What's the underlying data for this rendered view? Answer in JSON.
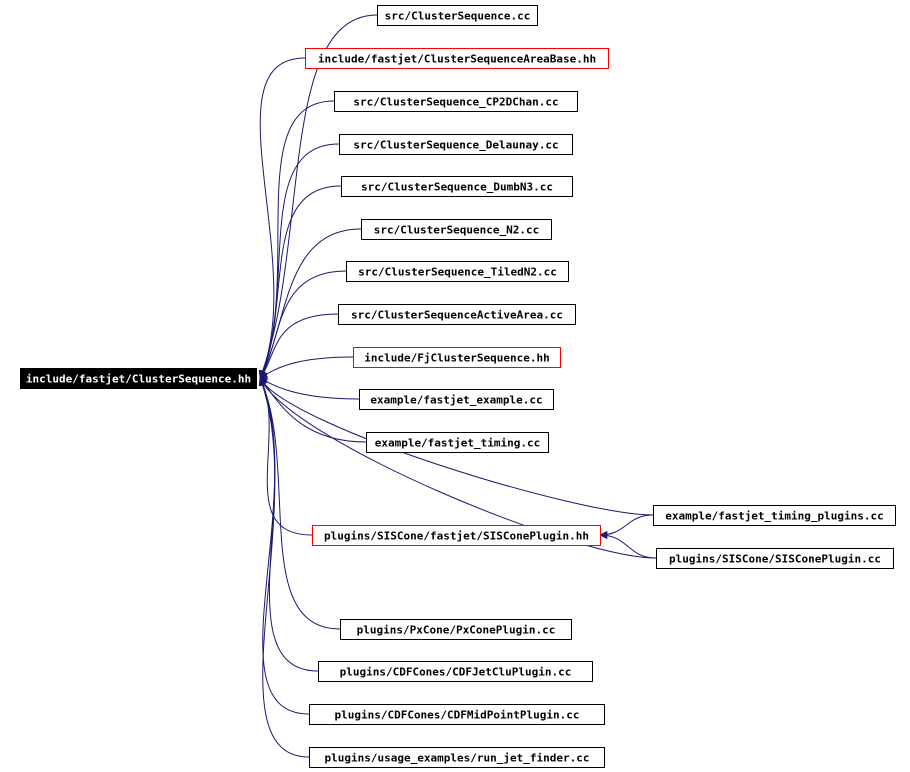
{
  "graph": {
    "root": {
      "label": "include/fastjet/ClusterSequence.hh",
      "fill": "#000000",
      "text_color": "#ffffff"
    },
    "edge_color": "#191970",
    "normal_border": "#000000",
    "highlight_border": "#ff0000",
    "nodes": [
      {
        "id": "n0",
        "label": "src/ClusterSequence.cc",
        "border": "normal",
        "target": "root"
      },
      {
        "id": "n1",
        "label": "include/fastjet/ClusterSequenceAreaBase.hh",
        "border": "highlight",
        "target": "root"
      },
      {
        "id": "n2",
        "label": "src/ClusterSequence_CP2DChan.cc",
        "border": "normal",
        "target": "root"
      },
      {
        "id": "n3",
        "label": "src/ClusterSequence_Delaunay.cc",
        "border": "normal",
        "target": "root"
      },
      {
        "id": "n4",
        "label": "src/ClusterSequence_DumbN3.cc",
        "border": "normal",
        "target": "root"
      },
      {
        "id": "n5",
        "label": "src/ClusterSequence_N2.cc",
        "border": "normal",
        "target": "root"
      },
      {
        "id": "n6",
        "label": "src/ClusterSequence_TiledN2.cc",
        "border": "normal",
        "target": "root"
      },
      {
        "id": "n7",
        "label": "src/ClusterSequenceActiveArea.cc",
        "border": "normal",
        "target": "root"
      },
      {
        "id": "n8",
        "label": "include/FjClusterSequence.hh",
        "border": "highlight",
        "target": "root"
      },
      {
        "id": "n9",
        "label": "example/fastjet_example.cc",
        "border": "normal",
        "target": "root"
      },
      {
        "id": "n10",
        "label": "example/fastjet_timing.cc",
        "border": "normal",
        "target": "root"
      },
      {
        "id": "n11",
        "label": "example/fastjet_timing_plugins.cc",
        "border": "normal",
        "target": "root"
      },
      {
        "id": "n12",
        "label": "plugins/SISCone/fastjet/SISConePlugin.hh",
        "border": "highlight",
        "target": "root"
      },
      {
        "id": "n13",
        "label": "plugins/SISCone/SISConePlugin.cc",
        "border": "normal",
        "target": "root"
      },
      {
        "id": "n14",
        "label": "plugins/PxCone/PxConePlugin.cc",
        "border": "normal",
        "target": "root"
      },
      {
        "id": "n15",
        "label": "plugins/CDFCones/CDFJetCluPlugin.cc",
        "border": "normal",
        "target": "root"
      },
      {
        "id": "n16",
        "label": "plugins/CDFCones/CDFMidPointPlugin.cc",
        "border": "normal",
        "target": "root"
      },
      {
        "id": "n17",
        "label": "plugins/usage_examples/run_jet_finder.cc",
        "border": "normal",
        "target": "root"
      }
    ],
    "extra_edges": [
      {
        "from": "n11",
        "to": "n12"
      },
      {
        "from": "n13",
        "to": "n12"
      }
    ]
  }
}
